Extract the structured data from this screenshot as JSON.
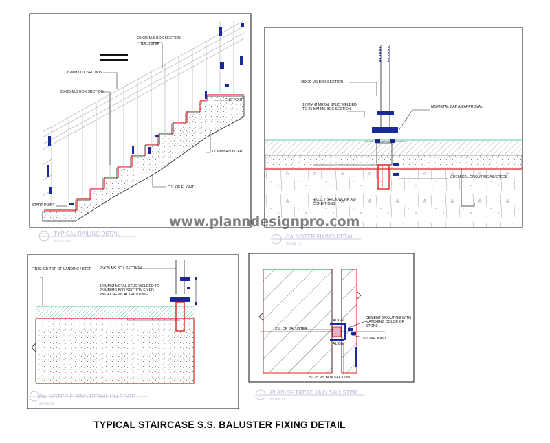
{
  "main_title": "TYPICAL STAIRCASE S.S. BALUSTER FIXING DETAIL",
  "watermark": "www.planndesignpro.com",
  "panels": {
    "railing": {
      "title": "TYPICAL RAILING DETAIL",
      "scale": "SCALE 1:25",
      "labels": {
        "box_section_top": "25X25 M.S BOX SECTION",
        "baluster": "BALUSTER",
        "od_section": "62MM O.D. SECTION",
        "box_section_mid": "25X25 M.S BOX SECTION",
        "end_point": "END POINT",
        "baluster_12mm": "12 MM BALUSTER",
        "cl_flight": "C.L. OF FLIGHT",
        "start_point": "START POINT"
      }
    },
    "fixing": {
      "title": "BALUSTER FIXING DETAIL",
      "scale": "SCALE 1:5",
      "labels": {
        "box_section": "25X25 MS BOX SECTION",
        "stud": "12 MM Ø METAL STUD WELDED TO 25 MM MS BOX SECTION",
        "cap": "MS METAL CAP AS/APPROVAL",
        "grouting": "CHEMICAL GROUTING AS/SPECS",
        "rcc": "R.C.C. / BRICK WORK AS/ CONDITIONS"
      }
    },
    "edge": {
      "title": "BALUSTER FIXING DETAIL ON EDGE",
      "scale": "SCALE 1:5",
      "labels": {
        "finished_top": "FINISHED TOP OF LANDING / STEP",
        "box_section": "25X25 MS BOX SECTION",
        "stud": "12 MM Ø METAL STUD WELDED TO 25 MM MS BOX SECTION FIXED WITH CHEMICAL GROUTING"
      }
    },
    "plan": {
      "title": "PLAN OF TREAD AND BALUSTER",
      "scale": "SCALE 1:5",
      "labels": {
        "cl_baluster": "C.L. OF BALUSTER",
        "align_top": "ALIGN",
        "align_bottom": "ALIGN",
        "cement_grouting": "CEMENT GROUTING WITH MATCHING COLOR OF STONE",
        "stone_joint": "STONE JOINT",
        "box_section": "25X25 MS BOX SECTION"
      }
    }
  },
  "colors": {
    "line": "#111111",
    "hatch_red": "#dd2222",
    "dimension_blue": "#1a2a9a",
    "title_ghost": "#b9b9d6",
    "finish_green": "#7fc7a0"
  }
}
